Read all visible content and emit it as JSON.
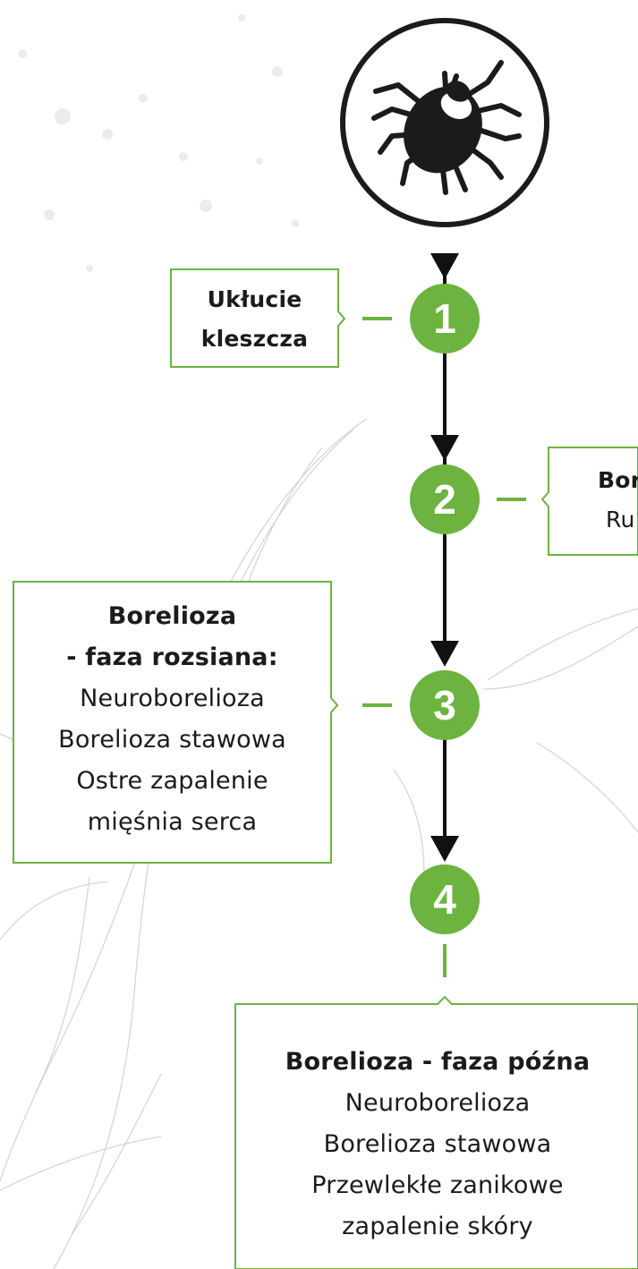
{
  "colors": {
    "accent": "#6cb33f",
    "line": "#111111",
    "text": "#1b1b1b",
    "background_sketch": "#d4d4d4"
  },
  "icon": "tick-icon",
  "steps": [
    {
      "number": "1",
      "lines": [
        "Ukłucie",
        "kleszcza"
      ]
    },
    {
      "number": "2",
      "lines": [
        "Bor",
        "Ru"
      ]
    },
    {
      "number": "3",
      "title_lines": [
        "Borelioza",
        "- faza rozsiana:"
      ],
      "lines": [
        "Neuroborelioza",
        "Borelioza stawowa",
        "Ostre zapalenie",
        "mięśnia serca"
      ]
    },
    {
      "number": "4",
      "title_lines": [
        "Borelioza - faza późna"
      ],
      "lines": [
        "Neuroborelioza",
        "Borelioza stawowa",
        "Przewlekłe zanikowe",
        "zapalenie skóry"
      ]
    }
  ]
}
